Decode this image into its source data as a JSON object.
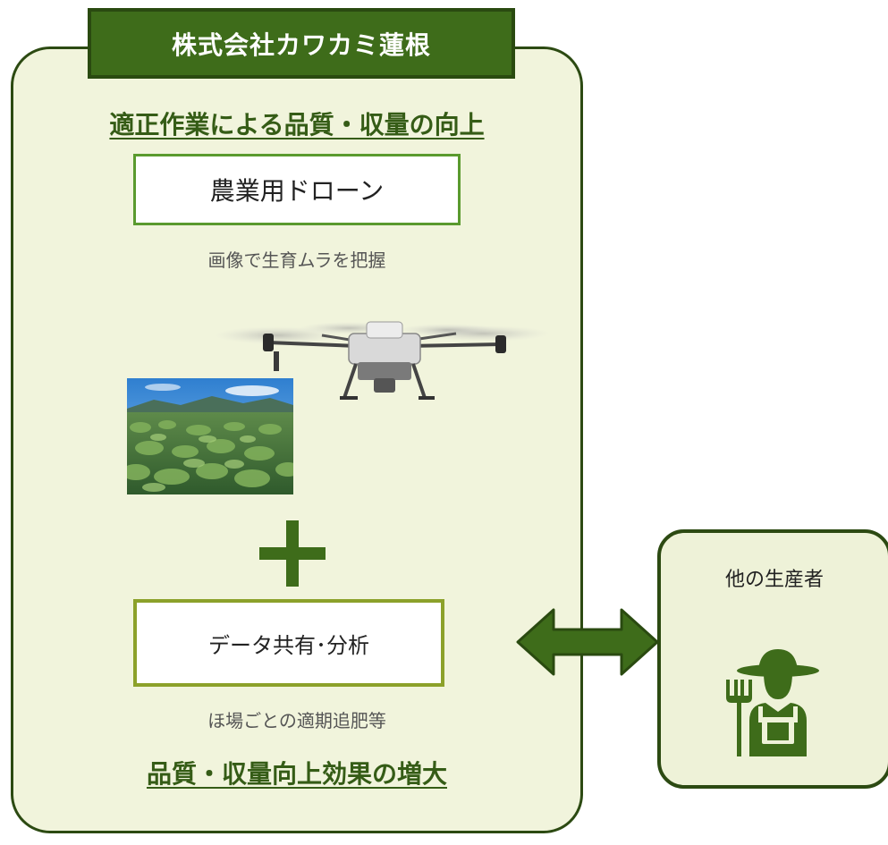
{
  "main_panel": {
    "title": "株式会社カワカミ蓮根",
    "heading_top": "適正作業による品質・収量の向上",
    "drone_box_label": "農業用ドローン",
    "drone_caption": "画像で生育ムラを把握",
    "data_box_label": "データ共有･分析",
    "data_caption": "ほ場ごとの適期追肥等",
    "heading_bottom": "品質・収量向上効果の増大"
  },
  "side_panel": {
    "label": "他の生産者"
  },
  "colors": {
    "dark_green": "#3e6c1a",
    "heading_green": "#355c16",
    "panel_fill": "#f1f4dc",
    "olive": "#8ca12a"
  },
  "icons": {
    "plus": "plus-icon",
    "arrow": "double-arrow-icon",
    "farmer": "farmer-icon",
    "drone": "drone-image",
    "photo": "lotus-field-photo"
  }
}
